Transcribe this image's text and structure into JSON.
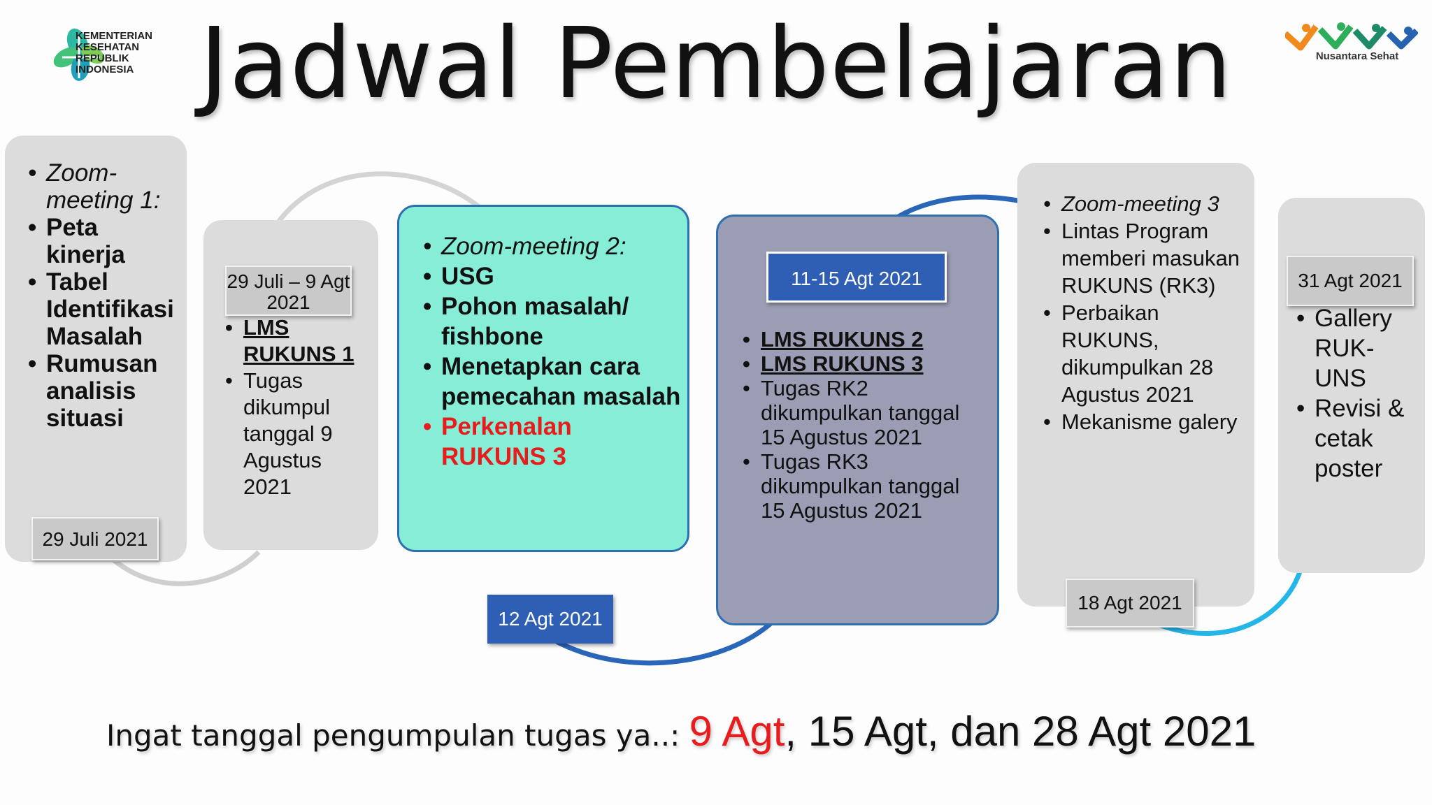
{
  "title": "Jadwal Pembelajaran",
  "logos": {
    "kemenkes": {
      "icon": "kemenkes-leaf-icon",
      "lines": [
        "KEMENTERIAN",
        "KESEHATAN",
        "REPUBLIK",
        "INDONESIA"
      ]
    },
    "nusantara_sehat": {
      "icon": "nusantara-sehat-icon",
      "text": "Nusantara Sehat"
    }
  },
  "colors": {
    "accent_red": "#e81c1c",
    "label_blue": "#2f5fb5",
    "box_teal": "#86eed6",
    "box_slate": "#9b9db5",
    "box_grey": "#dcdcdc",
    "border_blue": "#2e6fb0",
    "curve_blue": "#2a66b8",
    "curve_cyan": "#25b6e8"
  },
  "steps": [
    {
      "date": "29 Juli 2021",
      "items": [
        "Zoom-meeting 1:",
        "Peta kinerja",
        " Tabel Identifikasi Masalah",
        "Rumusan analisis situasi"
      ]
    },
    {
      "date": "29 Juli – 9 Agt 2021",
      "items": [
        "LMS RUKUNS 1",
        "Tugas dikumpul tanggal 9 Agustus 2021"
      ]
    },
    {
      "date": "12 Agt 2021",
      "items": [
        "Zoom-meeting 2:",
        "USG",
        "Pohon masalah/ fishbone",
        "Menetapkan cara pemecahan masalah",
        "Perkenalan RUKUNS 3"
      ]
    },
    {
      "date": "11-15 Agt 2021",
      "items": [
        "LMS RUKUNS 2",
        "LMS RUKUNS 3",
        "Tugas RK2 dikumpulkan tanggal 15 Agustus 2021",
        "Tugas RK3 dikumpulkan tanggal 15 Agustus 2021"
      ]
    },
    {
      "date": "18 Agt 2021",
      "items": [
        "Zoom-meeting 3",
        "Lintas Program memberi masukan RUKUNS (RK3)",
        "Perbaikan RUKUNS, dikumpulkan 28 Agustus 2021",
        "Mekanisme galery"
      ]
    },
    {
      "date": "31 Agt 2021",
      "items": [
        "Gallery RUK-UNS",
        "Revisi & cetak poster"
      ]
    }
  ],
  "footer": {
    "lead": "Ingat tanggal pengumpulan tugas ya..: ",
    "highlight": "9 Agt",
    "rest": ", 15 Agt, dan 28 Agt 2021"
  }
}
